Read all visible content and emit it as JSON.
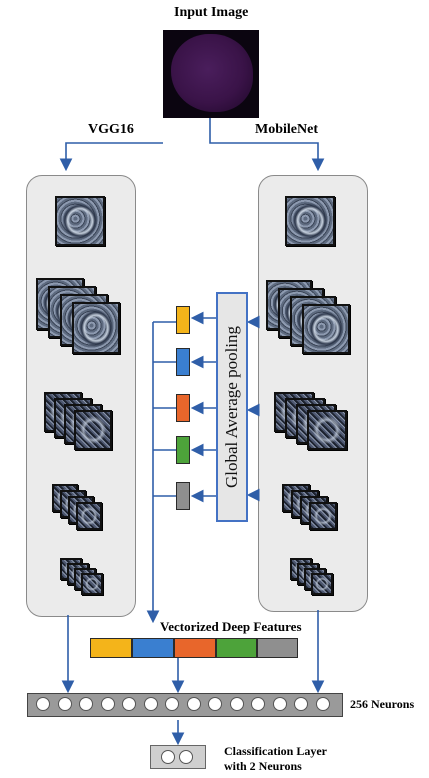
{
  "title": "Input Image",
  "branch_left": "VGG16",
  "branch_right": "MobileNet",
  "pooling_label": "Global Average pooling",
  "features_label": "Vectorized Deep Features",
  "neurons_label": "256 Neurons",
  "classification_label_line1": "Classification Layer",
  "classification_label_line2": "with 2 Neurons",
  "feature_colors": [
    "#f4b41a",
    "#3a7fd0",
    "#e8662b",
    "#4da33a",
    "#8f8f8f"
  ],
  "arrow_color": "#2f5ea8",
  "neuron_count": 14,
  "classification_neuron_count": 2
}
